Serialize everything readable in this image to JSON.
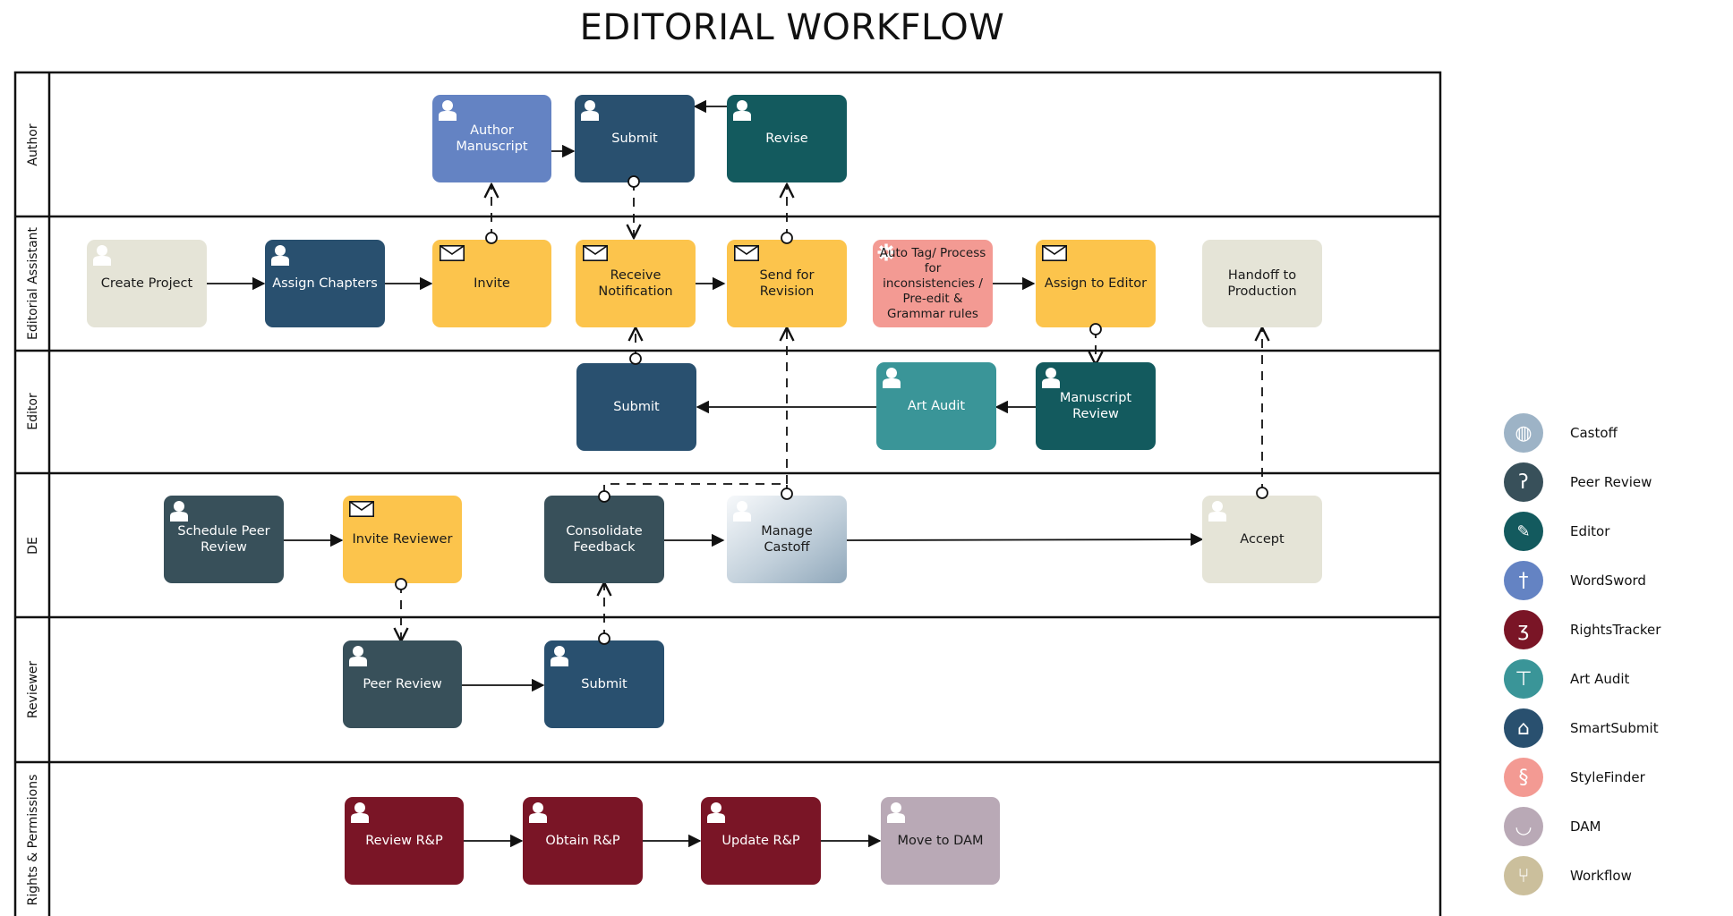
{
  "title": "EDITORIAL WORKFLOW",
  "lanes": [
    {
      "name": "Author"
    },
    {
      "name": "Editorial Assistant"
    },
    {
      "name": "Editor"
    },
    {
      "name": "DE"
    },
    {
      "name": "Reviewer"
    },
    {
      "name": "Rights & Permissions"
    }
  ],
  "nodes": {
    "author_manuscript": {
      "label": "Author Manuscript",
      "lines": [
        "Author",
        "Manuscript"
      ]
    },
    "author_submit": {
      "label": "Submit",
      "lines": [
        "Submit"
      ]
    },
    "author_revise": {
      "label": "Revise",
      "lines": [
        "Revise"
      ]
    },
    "create_project": {
      "label": "Create Project",
      "lines": [
        "Create Project"
      ]
    },
    "assign_chapters": {
      "label": "Assign Chapters",
      "lines": [
        "Assign Chapters"
      ]
    },
    "invite": {
      "label": "Invite",
      "lines": [
        "Invite"
      ]
    },
    "receive_notification": {
      "label": "Receive Notification",
      "lines": [
        "Receive",
        "Notification"
      ]
    },
    "send_for_revision": {
      "label": "Send for Revision",
      "lines": [
        "Send for",
        "Revision"
      ]
    },
    "auto_tag": {
      "label": "Auto Tag/ Process for inconsistencies / Pre-edit & Grammar rules",
      "lines": [
        "Auto Tag/",
        "Process for",
        "inconsistencies",
        "/ Pre-edit &",
        "Grammar rules"
      ]
    },
    "assign_to_editor": {
      "label": "Assign to Editor",
      "lines": [
        "Assign to Editor"
      ]
    },
    "handoff": {
      "label": "Handoff to Production",
      "lines": [
        "Handoff to",
        "Production"
      ]
    },
    "editor_submit": {
      "label": "Submit",
      "lines": [
        "Submit"
      ]
    },
    "art_audit": {
      "label": "Art Audit",
      "lines": [
        "Art Audit"
      ]
    },
    "manuscript_review": {
      "label": "Manuscript Review",
      "lines": [
        "Manuscript",
        "Review"
      ]
    },
    "schedule_peer_review": {
      "label": "Schedule Peer Review",
      "lines": [
        "Schedule Peer",
        "Review"
      ]
    },
    "invite_reviewer": {
      "label": "Invite Reviewer",
      "lines": [
        "Invite Reviewer"
      ]
    },
    "consolidate_feedback": {
      "label": "Consolidate Feedback",
      "lines": [
        "Consolidate",
        "Feedback"
      ]
    },
    "manage_castoff": {
      "label": "Manage Castoff",
      "lines": [
        "Manage",
        "Castoff"
      ]
    },
    "accept": {
      "label": "Accept",
      "lines": [
        "Accept"
      ]
    },
    "peer_review": {
      "label": "Peer Review",
      "lines": [
        "Peer Review"
      ]
    },
    "reviewer_submit": {
      "label": "Submit",
      "lines": [
        "Submit"
      ]
    },
    "review_rp": {
      "label": "Review R&P",
      "lines": [
        "Review R&P"
      ]
    },
    "obtain_rp": {
      "label": "Obtain R&P",
      "lines": [
        "Obtain R&P"
      ]
    },
    "update_rp": {
      "label": "Update R&P",
      "lines": [
        "Update R&P"
      ]
    },
    "move_to_dam": {
      "label": "Move to DAM",
      "lines": [
        "Move to DAM"
      ]
    }
  },
  "legend": [
    {
      "label": "Castoff",
      "color": "#9db3c6",
      "icon": "castoff-icon"
    },
    {
      "label": "Peer Review",
      "color": "#38505a",
      "icon": "peer-review-icon"
    },
    {
      "label": "Editor",
      "color": "#135a5e",
      "icon": "editor-icon"
    },
    {
      "label": "WordSword",
      "color": "#6483c3",
      "icon": "wordsword-icon"
    },
    {
      "label": "RightsTracker",
      "color": "#7a1526",
      "icon": "rightstracker-icon"
    },
    {
      "label": "Art Audit",
      "color": "#3a9598",
      "icon": "art-audit-icon"
    },
    {
      "label": "SmartSubmit",
      "color": "#29506f",
      "icon": "smartsubmit-icon"
    },
    {
      "label": "StyleFinder",
      "color": "#f39a93",
      "icon": "stylefinder-icon"
    },
    {
      "label": "DAM",
      "color": "#b9a9b6",
      "icon": "dam-icon"
    },
    {
      "label": "Workflow",
      "color": "#cbbf9c",
      "icon": "workflow-icon"
    }
  ],
  "colors": {
    "author_blue": "#6483c3",
    "smartsubmit_navy": "#29506f",
    "editor_teal": "#135a5e",
    "workflow_beige": "#e5e4d7",
    "email_yellow": "#fcc44c",
    "stylefinder_pink": "#f39a93",
    "art_audit_teal": "#3a9598",
    "peer_review_slate": "#38505a",
    "rights_maroon": "#7a1526",
    "dam_mauve": "#b9a9b6"
  }
}
